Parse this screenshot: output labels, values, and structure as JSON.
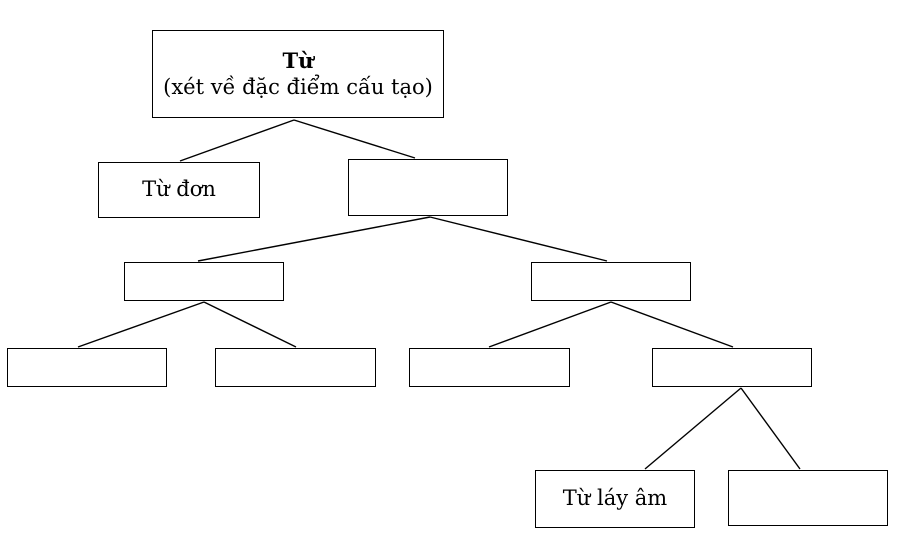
{
  "diagram": {
    "root": {
      "title": "Từ",
      "subtitle": "(xét về đặc điểm cấu tạo)"
    },
    "level1": {
      "left": "Từ đơn",
      "right": ""
    },
    "level2": {
      "left": "",
      "right": ""
    },
    "level3": [
      "",
      "",
      "",
      ""
    ],
    "level4": {
      "left": "Từ láy âm",
      "right": ""
    }
  }
}
